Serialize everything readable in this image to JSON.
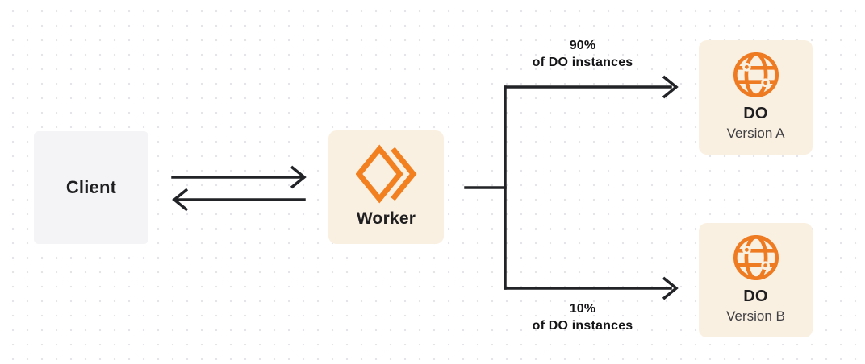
{
  "diagram": {
    "nodes": {
      "client": {
        "label": "Client"
      },
      "worker": {
        "label": "Worker",
        "icon": "cloudflare-workers-icon"
      },
      "do_version_a": {
        "title": "DO",
        "subtitle": "Version A",
        "icon": "durable-object-globe-icon"
      },
      "do_version_b": {
        "title": "DO",
        "subtitle": "Version B",
        "icon": "durable-object-globe-icon"
      }
    },
    "edges": {
      "client_worker": {
        "type": "bidirectional-arrows"
      },
      "split_top": {
        "percent": "90%",
        "caption": "of DO instances"
      },
      "split_bottom": {
        "percent": "10%",
        "caption": "of DO instances"
      }
    },
    "colors": {
      "background": "#ffffff",
      "dot_grid": "#e5e5e9",
      "client_box_fill": "#f4f4f6",
      "orange_box_fill": "#faf0e1",
      "brand_orange": "#f28021",
      "globe_orange": "#ee7a22",
      "arrow": "#222326",
      "heading_text": "#1f1f21",
      "subtitle_text": "#3f3f44"
    }
  }
}
